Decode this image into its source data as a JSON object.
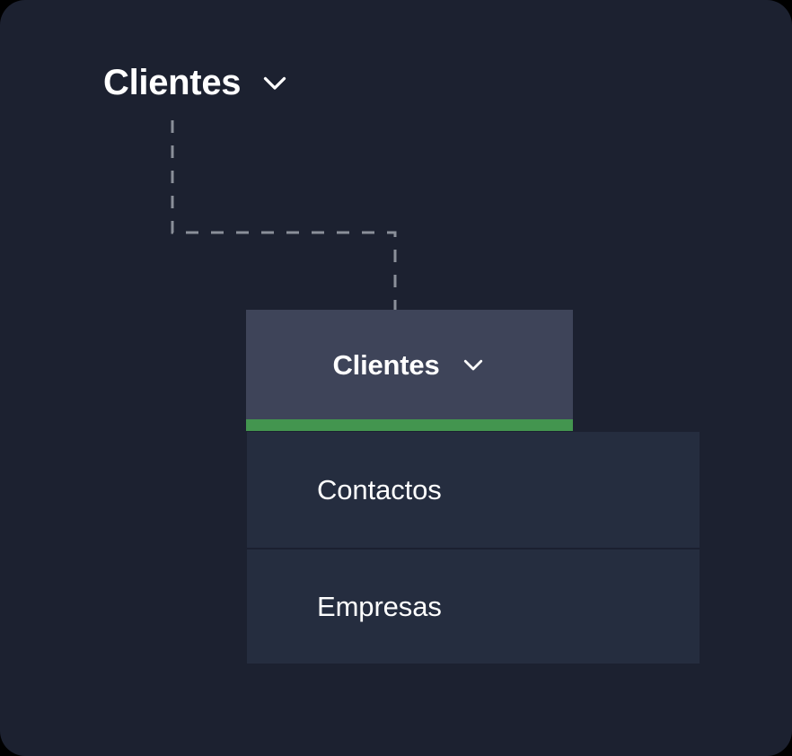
{
  "theme": {
    "page_background": "#1c2130",
    "tab_background": "#3e4459",
    "menu_background": "#252d3f",
    "accent_green": "#43954f",
    "connector_line": "#8a8f99",
    "text_primary": "#ffffff"
  },
  "nav": {
    "root": {
      "label": "Clientes",
      "icon": "chevron-down-icon"
    }
  },
  "dropdown": {
    "tab": {
      "label": "Clientes",
      "icon": "chevron-down-icon",
      "active": true
    },
    "items": [
      {
        "label": "Contactos"
      },
      {
        "label": "Empresas"
      }
    ]
  }
}
